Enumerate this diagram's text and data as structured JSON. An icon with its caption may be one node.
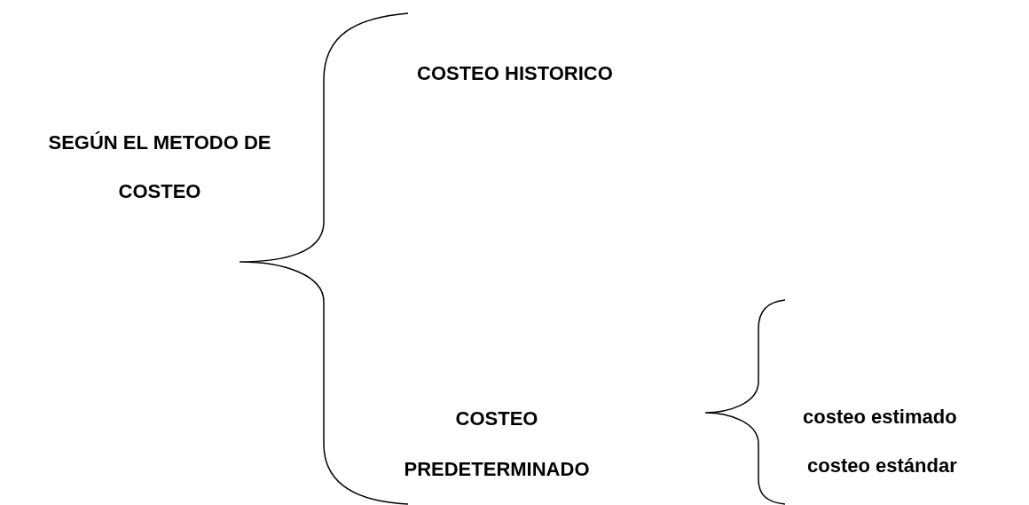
{
  "diagram": {
    "labels": [
      "SEGÚN EL METODO DE COSTEO",
      "COSTEO HISTORICO",
      "COSTEO PREDETERMINADO",
      "costeo estimado",
      "costeo estándar"
    ]
  }
}
